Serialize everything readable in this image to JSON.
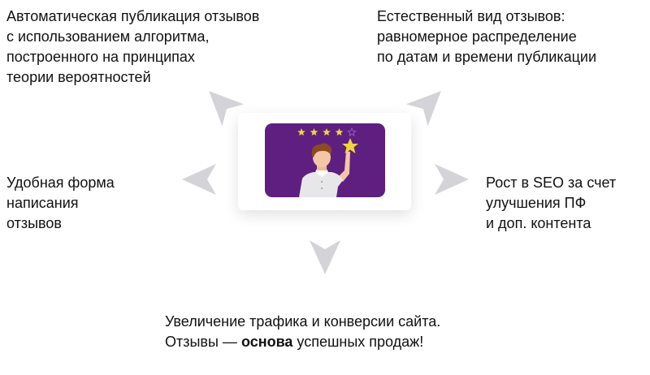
{
  "top_left": [
    "Автоматическая публикация отзывов",
    "с использованием алгоритма,",
    "построенного на принципах",
    "теории вероятностей"
  ],
  "top_right": [
    "Естественный вид отзывов:",
    "равномерное распределение",
    "по датам и времени публикации"
  ],
  "left": [
    "Удобная форма",
    "написания",
    "отзывов"
  ],
  "right": [
    "Рост в SEO за счет",
    "улучшения ПФ",
    "и доп. контента"
  ],
  "bottom": {
    "line1": "Увеличение трафика и конверсии сайта.",
    "line2_pre": "Отзывы — ",
    "line2_bold": "основа",
    "line2_post": " успешных продаж!"
  },
  "rating": {
    "filled": 4,
    "total": 5
  },
  "colors": {
    "arrow": "#d4d4d8",
    "card_bg": "#5e1f80",
    "star": "#f2d43c"
  }
}
